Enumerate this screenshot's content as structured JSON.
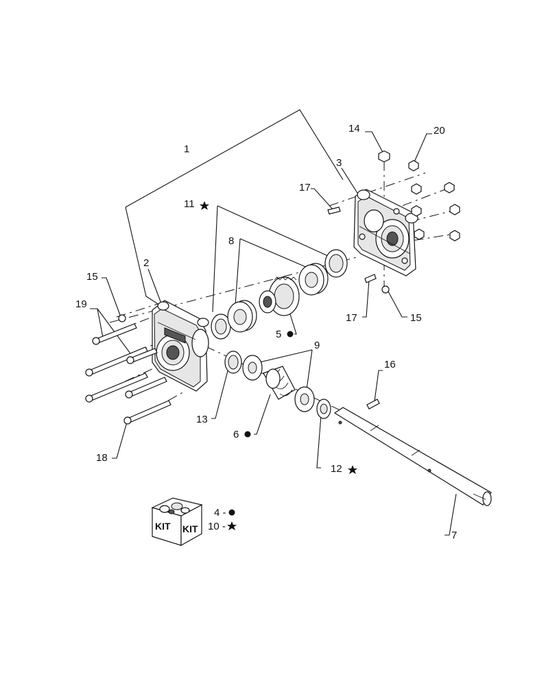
{
  "callouts": [
    {
      "id": "c1",
      "text": "1"
    },
    {
      "id": "c2",
      "text": "2"
    },
    {
      "id": "c3",
      "text": "3"
    },
    {
      "id": "c5",
      "text": "5"
    },
    {
      "id": "c6",
      "text": "6"
    },
    {
      "id": "c7",
      "text": "7"
    },
    {
      "id": "c8",
      "text": "8"
    },
    {
      "id": "c9",
      "text": "9"
    },
    {
      "id": "c11",
      "text": "11"
    },
    {
      "id": "c12",
      "text": "12"
    },
    {
      "id": "c13",
      "text": "13"
    },
    {
      "id": "c14",
      "text": "14"
    },
    {
      "id": "c15a",
      "text": "15"
    },
    {
      "id": "c15b",
      "text": "15"
    },
    {
      "id": "c16",
      "text": "16"
    },
    {
      "id": "c17a",
      "text": "17"
    },
    {
      "id": "c17b",
      "text": "17"
    },
    {
      "id": "c18",
      "text": "18"
    },
    {
      "id": "c19",
      "text": "19"
    },
    {
      "id": "c20",
      "text": "20"
    }
  ],
  "kit": {
    "box_label_left": "KIT",
    "box_label_right": "KIT",
    "legend": [
      {
        "text": "4 -",
        "symbol": "circle"
      },
      {
        "text": "10 -",
        "symbol": "star"
      }
    ]
  }
}
